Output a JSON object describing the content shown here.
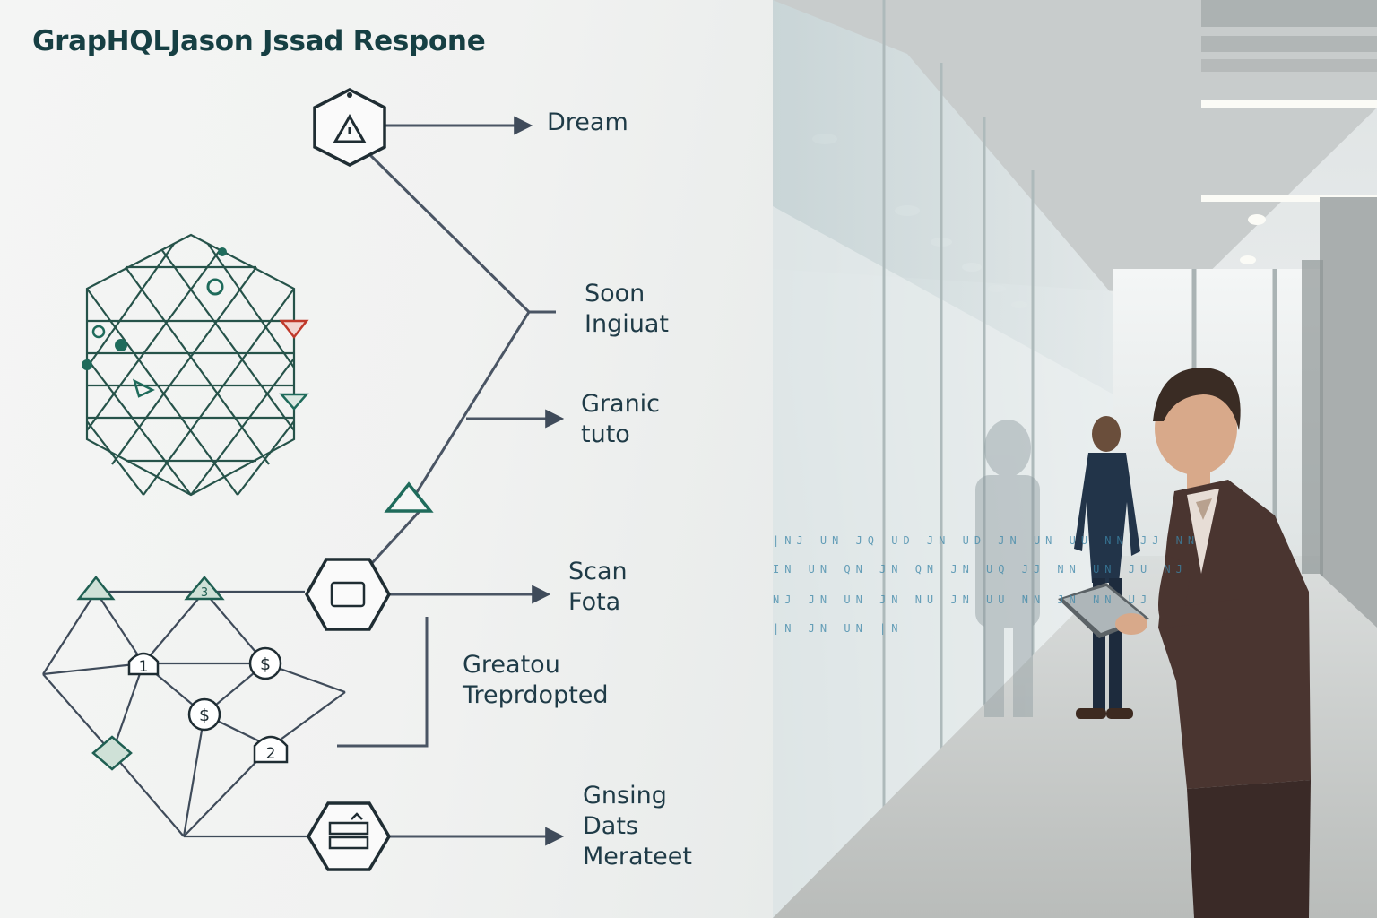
{
  "wall": {
    "title": "GrapHQLJason Jssad Respone",
    "labels": [
      {
        "lines": [
          "Dream"
        ]
      },
      {
        "lines": [
          "Soon",
          "Ingiuat"
        ]
      },
      {
        "lines": [
          "Granic",
          "tuto"
        ]
      },
      {
        "lines": [
          "Scan",
          "Fota"
        ]
      },
      {
        "lines": [
          "Greatou",
          "Treprdopted"
        ]
      },
      {
        "lines": [
          "Gnsing",
          "Dats",
          "Merateet"
        ]
      }
    ],
    "graph_badges": [
      "1",
      "$",
      "$",
      "2",
      "3"
    ],
    "accent_colors": {
      "ink": "#3f4b5a",
      "teal": "#1f6b5b",
      "red": "#c0392b",
      "title": "#163f43"
    }
  },
  "corridor": {
    "glass_glyph_rows": [
      "|NJ  UN  JQ  UD  JN  UD  JN  UN  UU  NN  JJ  NN",
      "IN  UN  QN  JN  QN  JN  UQ  JJ  NN  UN  JU  NJ",
      "NJ  JN  UN  JN  NU  JN  UU  NN  JN  NN  UJ",
      "|N  JN  UN  |N"
    ],
    "people": [
      "person-with-tablet",
      "person-standing-background"
    ]
  }
}
